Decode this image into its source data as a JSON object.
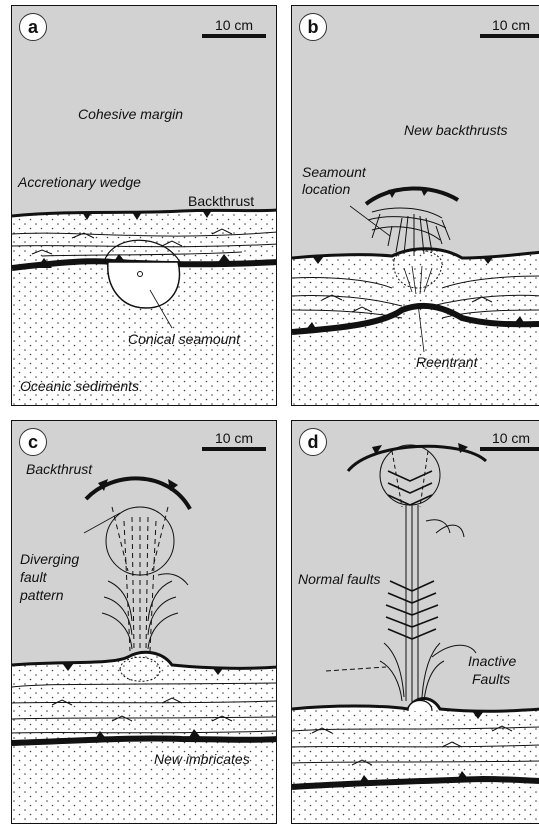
{
  "scale_label": "10 cm",
  "panels": {
    "a": {
      "letter": "a",
      "labels": {
        "cohesive_margin": "Cohesive margin",
        "accretionary_wedge": "Accretionary wedge",
        "backthrust": "Backthrust",
        "conical_seamount": "Conical seamount",
        "oceanic_sediments": "Oceanic sediments"
      }
    },
    "b": {
      "letter": "b",
      "labels": {
        "new_backthrusts": "New backthrusts",
        "seamount_location_1": "Seamount",
        "seamount_location_2": "location",
        "reentrant": "Reentrant"
      }
    },
    "c": {
      "letter": "c",
      "labels": {
        "backthrust": "Backthrust",
        "diverging_1": "Diverging",
        "diverging_2": "fault",
        "diverging_3": "pattern",
        "new_imbricates": "New imbricates"
      }
    },
    "d": {
      "letter": "d",
      "labels": {
        "normal_faults": "Normal faults",
        "inactive_1": "Inactive",
        "inactive_2": "Faults"
      }
    }
  },
  "colors": {
    "margin_fill": "#d2d2d2",
    "sediment_fill": "#ffffff",
    "ink": "#111111"
  }
}
